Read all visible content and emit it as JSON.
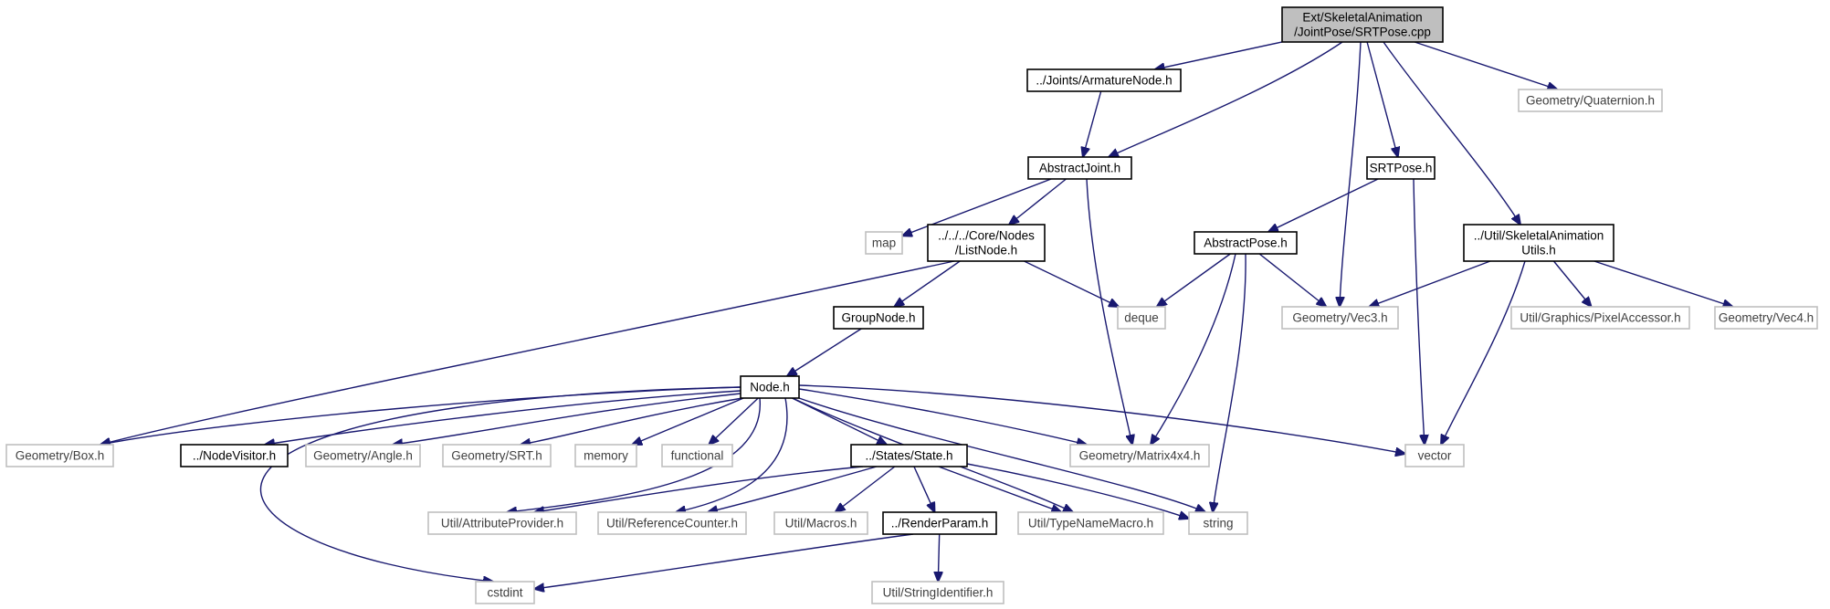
{
  "diagram": {
    "type": "include-dependency-graph",
    "colors": {
      "edge": "#191970",
      "root_fill": "#bfbfbf",
      "documented_border": "#000000",
      "undocumented_border": "#bfbfbf"
    },
    "nodes": [
      {
        "id": "srtpose_cpp",
        "kind": "root",
        "lines": [
          "Ext/SkeletalAnimation",
          "/JointPose/SRTPose.cpp"
        ]
      },
      {
        "id": "armaturenode_h",
        "kind": "doc",
        "lines": [
          "../Joints/ArmatureNode.h"
        ]
      },
      {
        "id": "quaternion_h",
        "kind": "sys",
        "lines": [
          "Geometry/Quaternion.h"
        ]
      },
      {
        "id": "abstractjoint_h",
        "kind": "doc",
        "lines": [
          "AbstractJoint.h"
        ]
      },
      {
        "id": "srtpose_h",
        "kind": "doc",
        "lines": [
          "SRTPose.h"
        ]
      },
      {
        "id": "map",
        "kind": "sys",
        "lines": [
          "map"
        ]
      },
      {
        "id": "listnode_h",
        "kind": "doc",
        "lines": [
          "../../../Core/Nodes",
          "/ListNode.h"
        ]
      },
      {
        "id": "abstractpose_h",
        "kind": "doc",
        "lines": [
          "AbstractPose.h"
        ]
      },
      {
        "id": "skelutils_h",
        "kind": "doc",
        "lines": [
          "../Util/SkeletalAnimation",
          "Utils.h"
        ]
      },
      {
        "id": "groupnode_h",
        "kind": "doc",
        "lines": [
          "GroupNode.h"
        ]
      },
      {
        "id": "deque",
        "kind": "sys",
        "lines": [
          "deque"
        ]
      },
      {
        "id": "vec3_h",
        "kind": "sys",
        "lines": [
          "Geometry/Vec3.h"
        ]
      },
      {
        "id": "pixelaccessor_h",
        "kind": "sys",
        "lines": [
          "Util/Graphics/PixelAccessor.h"
        ]
      },
      {
        "id": "vec4_h",
        "kind": "sys",
        "lines": [
          "Geometry/Vec4.h"
        ]
      },
      {
        "id": "node_h",
        "kind": "doc",
        "lines": [
          "Node.h"
        ]
      },
      {
        "id": "box_h",
        "kind": "sys",
        "lines": [
          "Geometry/Box.h"
        ]
      },
      {
        "id": "nodevisitor_h",
        "kind": "doc",
        "lines": [
          "../NodeVisitor.h"
        ]
      },
      {
        "id": "angle_h",
        "kind": "sys",
        "lines": [
          "Geometry/Angle.h"
        ]
      },
      {
        "id": "srt_h",
        "kind": "sys",
        "lines": [
          "Geometry/SRT.h"
        ]
      },
      {
        "id": "memory",
        "kind": "sys",
        "lines": [
          "memory"
        ]
      },
      {
        "id": "functional",
        "kind": "sys",
        "lines": [
          "functional"
        ]
      },
      {
        "id": "state_h",
        "kind": "doc",
        "lines": [
          "../States/State.h"
        ]
      },
      {
        "id": "matrix4x4_h",
        "kind": "sys",
        "lines": [
          "Geometry/Matrix4x4.h"
        ]
      },
      {
        "id": "vector",
        "kind": "sys",
        "lines": [
          "vector"
        ]
      },
      {
        "id": "attributeprovider_h",
        "kind": "sys",
        "lines": [
          "Util/AttributeProvider.h"
        ]
      },
      {
        "id": "referencecounter_h",
        "kind": "sys",
        "lines": [
          "Util/ReferenceCounter.h"
        ]
      },
      {
        "id": "macros_h",
        "kind": "sys",
        "lines": [
          "Util/Macros.h"
        ]
      },
      {
        "id": "renderparam_h",
        "kind": "doc",
        "lines": [
          "../RenderParam.h"
        ]
      },
      {
        "id": "typenamemacro_h",
        "kind": "sys",
        "lines": [
          "Util/TypeNameMacro.h"
        ]
      },
      {
        "id": "string",
        "kind": "sys",
        "lines": [
          "string"
        ]
      },
      {
        "id": "cstdint",
        "kind": "sys",
        "lines": [
          "cstdint"
        ]
      },
      {
        "id": "stringidentifier_h",
        "kind": "sys",
        "lines": [
          "Util/StringIdentifier.h"
        ]
      }
    ],
    "edges": [
      {
        "from": "srtpose_cpp",
        "to": "armaturenode_h"
      },
      {
        "from": "srtpose_cpp",
        "to": "abstractjoint_h"
      },
      {
        "from": "srtpose_cpp",
        "to": "vec3_h"
      },
      {
        "from": "srtpose_cpp",
        "to": "srtpose_h"
      },
      {
        "from": "srtpose_cpp",
        "to": "skelutils_h"
      },
      {
        "from": "srtpose_cpp",
        "to": "quaternion_h"
      },
      {
        "from": "armaturenode_h",
        "to": "abstractjoint_h"
      },
      {
        "from": "abstractjoint_h",
        "to": "map"
      },
      {
        "from": "abstractjoint_h",
        "to": "listnode_h"
      },
      {
        "from": "abstractjoint_h",
        "to": "matrix4x4_h"
      },
      {
        "from": "listnode_h",
        "to": "box_h"
      },
      {
        "from": "listnode_h",
        "to": "groupnode_h"
      },
      {
        "from": "listnode_h",
        "to": "deque"
      },
      {
        "from": "groupnode_h",
        "to": "node_h"
      },
      {
        "from": "srtpose_h",
        "to": "abstractpose_h"
      },
      {
        "from": "srtpose_h",
        "to": "vector"
      },
      {
        "from": "abstractpose_h",
        "to": "deque"
      },
      {
        "from": "abstractpose_h",
        "to": "vec3_h"
      },
      {
        "from": "abstractpose_h",
        "to": "matrix4x4_h"
      },
      {
        "from": "abstractpose_h",
        "to": "string"
      },
      {
        "from": "skelutils_h",
        "to": "vec3_h"
      },
      {
        "from": "skelutils_h",
        "to": "pixelaccessor_h"
      },
      {
        "from": "skelutils_h",
        "to": "vec4_h"
      },
      {
        "from": "skelutils_h",
        "to": "vector"
      },
      {
        "from": "node_h",
        "to": "box_h"
      },
      {
        "from": "node_h",
        "to": "nodevisitor_h"
      },
      {
        "from": "node_h",
        "to": "angle_h"
      },
      {
        "from": "node_h",
        "to": "srt_h"
      },
      {
        "from": "node_h",
        "to": "memory"
      },
      {
        "from": "node_h",
        "to": "functional"
      },
      {
        "from": "node_h",
        "to": "state_h"
      },
      {
        "from": "node_h",
        "to": "matrix4x4_h"
      },
      {
        "from": "node_h",
        "to": "vector"
      },
      {
        "from": "node_h",
        "to": "attributeprovider_h"
      },
      {
        "from": "node_h",
        "to": "referencecounter_h"
      },
      {
        "from": "node_h",
        "to": "typenamemacro_h"
      },
      {
        "from": "node_h",
        "to": "string"
      },
      {
        "from": "node_h",
        "to": "cstdint"
      },
      {
        "from": "state_h",
        "to": "attributeprovider_h"
      },
      {
        "from": "state_h",
        "to": "referencecounter_h"
      },
      {
        "from": "state_h",
        "to": "macros_h"
      },
      {
        "from": "state_h",
        "to": "renderparam_h"
      },
      {
        "from": "state_h",
        "to": "typenamemacro_h"
      },
      {
        "from": "state_h",
        "to": "string"
      },
      {
        "from": "renderparam_h",
        "to": "cstdint"
      },
      {
        "from": "renderparam_h",
        "to": "stringidentifier_h"
      }
    ]
  }
}
